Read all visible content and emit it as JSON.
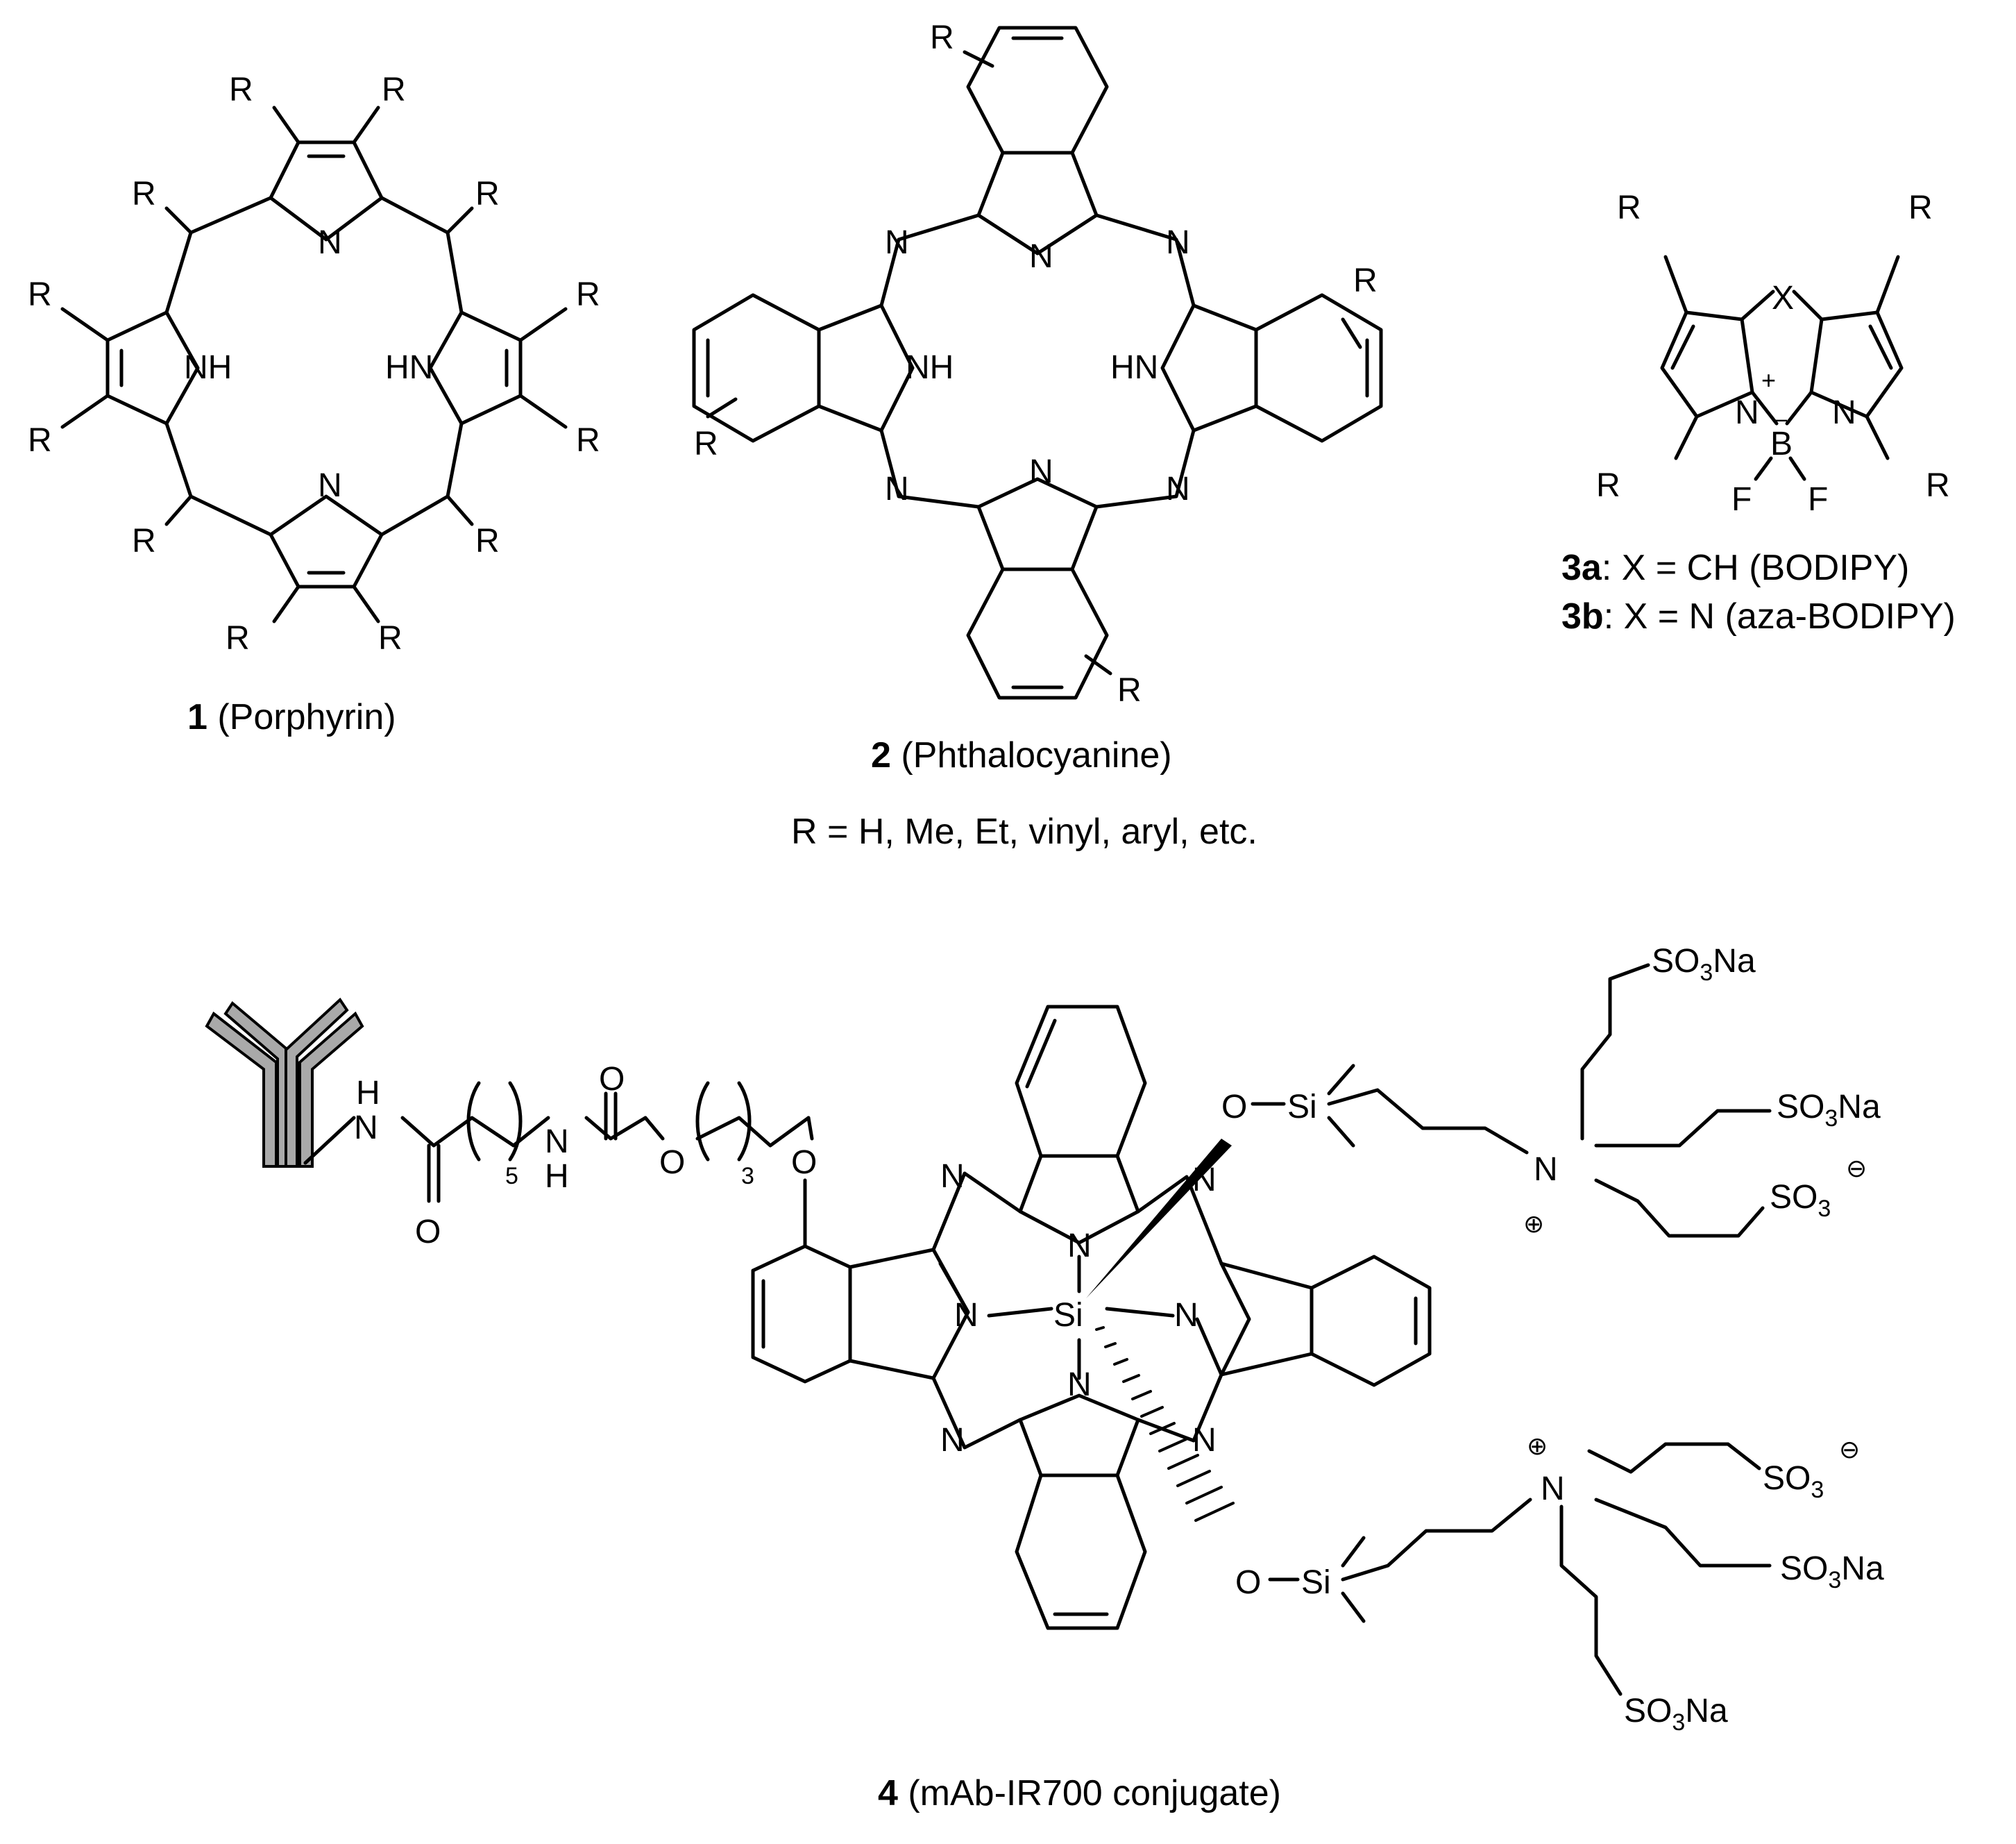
{
  "structures": {
    "porphyrin": {
      "number": "1",
      "name": " (Porphyrin)"
    },
    "phthalocyanine": {
      "number": "2",
      "name": " (Phthalocyanine)"
    },
    "bodipy": {
      "a_number": "3a",
      "a_text": ": X = CH (BODIPY)",
      "b_number": "3b",
      "b_text": ": X = N (aza-BODIPY)"
    },
    "conjugate": {
      "number": "4",
      "name": " (mAb-IR700 conjugate)"
    }
  },
  "r_group_note": "R = H, Me, Et, vinyl, aryl, etc.",
  "atoms": {
    "R": "R",
    "N": "N",
    "NH": "NH",
    "HN": "HN",
    "H": "H",
    "O": "O",
    "X": "X",
    "B": "B",
    "F": "F",
    "Si": "Si",
    "SO3Na_a": "SO",
    "sub3": "3",
    "Na": "Na",
    "n5": "5",
    "n3": "3",
    "plus": "+",
    "minus": "–",
    "plus_circ": "⊕",
    "minus_circ": "⊖"
  }
}
